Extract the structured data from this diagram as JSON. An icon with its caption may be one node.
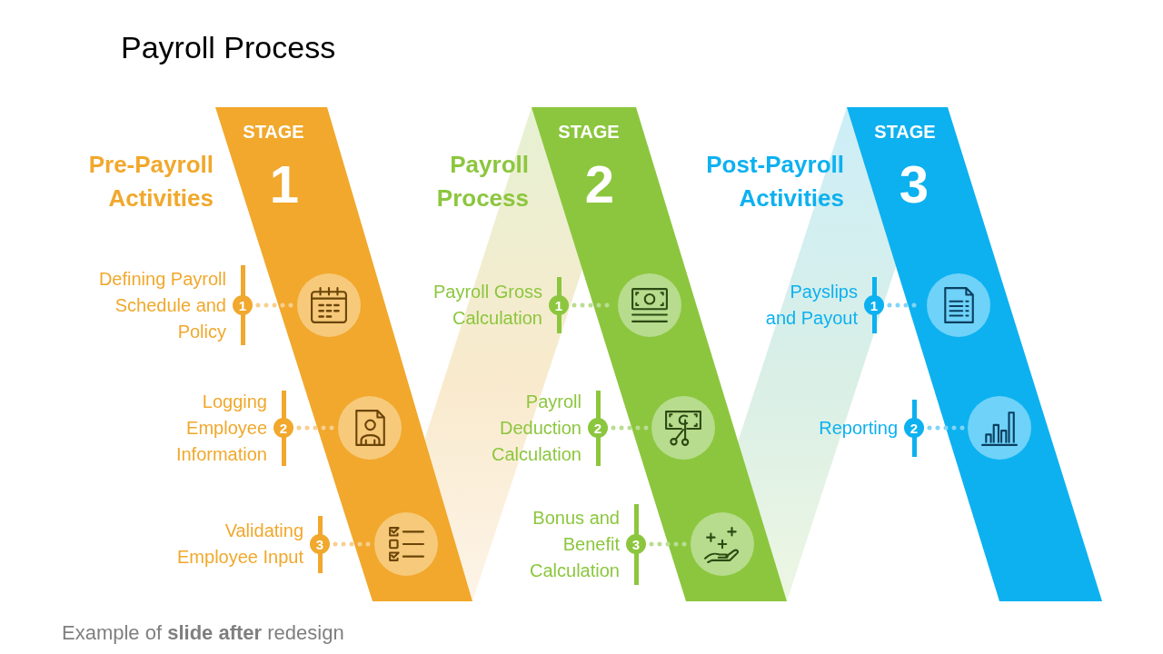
{
  "diagram": {
    "title": "Payroll Process",
    "caption": "Example of **slide after** redesign",
    "nodes": [
      {
        "text": [
          "STAGE",
          "1"
        ],
        "beside": [
          "Pre-Payroll Activities"
        ]
      },
      {
        "text": [
          "1"
        ],
        "beside": [
          "Defining Payroll Schedule and Policy"
        ]
      },
      {
        "text": [],
        "shape": "circle",
        "in": 0
      },
      {
        "text": [
          "2"
        ],
        "beside": [
          "Logging Employee Information"
        ]
      },
      {
        "text": [],
        "shape": "circle",
        "in": 0
      },
      {
        "text": [
          "3"
        ],
        "beside": [
          "Validating Employee Input"
        ]
      },
      {
        "text": [],
        "shape": "circle",
        "in": 0
      },
      {
        "text": [
          "STAGE",
          "2"
        ],
        "beside": [
          "Payroll Process"
        ]
      },
      {
        "text": [
          "1"
        ],
        "beside": [
          "Payroll Gross Calculation"
        ]
      },
      {
        "text": [],
        "shape": "circle",
        "in": 7
      },
      {
        "text": [
          "2"
        ],
        "beside": [
          "Payroll Deduction Calculation"
        ]
      },
      {
        "text": [],
        "shape": "circle",
        "in": 7
      },
      {
        "text": [
          "3"
        ],
        "beside": [
          "Bonus and Benefit Calculation"
        ]
      },
      {
        "text": [],
        "shape": "circle",
        "in": 7
      },
      {
        "text": [
          "STAGE",
          "3"
        ],
        "beside": [
          "Post-Payroll Activities"
        ]
      },
      {
        "text": [
          "1"
        ],
        "beside": [
          "Payslips and Payout"
        ]
      },
      {
        "text": [],
        "shape": "circle",
        "in": 14
      },
      {
        "text": [
          "2"
        ],
        "beside": [
          "Reporting"
        ]
      },
      {
        "text": [],
        "shape": "circle",
        "in": 14
      }
    ],
    "edges": [
      {
        "from": 1,
        "to": 2,
        "arrow": "none",
        "style": "dashed",
        "color": "#f7cf8f"
      },
      {
        "from": 3,
        "to": 4,
        "arrow": "none",
        "style": "dashed",
        "color": "#f7cf8f"
      },
      {
        "from": 5,
        "to": 6,
        "arrow": "none",
        "style": "dashed",
        "color": "#f7cf8f"
      },
      {
        "from": 8,
        "to": 9,
        "arrow": "none",
        "style": "dashed",
        "color": "#b9dd91"
      },
      {
        "from": 10,
        "to": 11,
        "arrow": "none",
        "style": "dashed",
        "color": "#b9dd91"
      },
      {
        "from": 12,
        "to": 13,
        "arrow": "none",
        "style": "dashed",
        "color": "#b9dd91"
      },
      {
        "from": 15,
        "to": 16,
        "arrow": "none",
        "style": "dashed",
        "color": "#82d4f5"
      },
      {
        "from": 17,
        "to": 18,
        "arrow": "none",
        "style": "dashed",
        "color": "#82d4f5"
      }
    ]
  }
}
